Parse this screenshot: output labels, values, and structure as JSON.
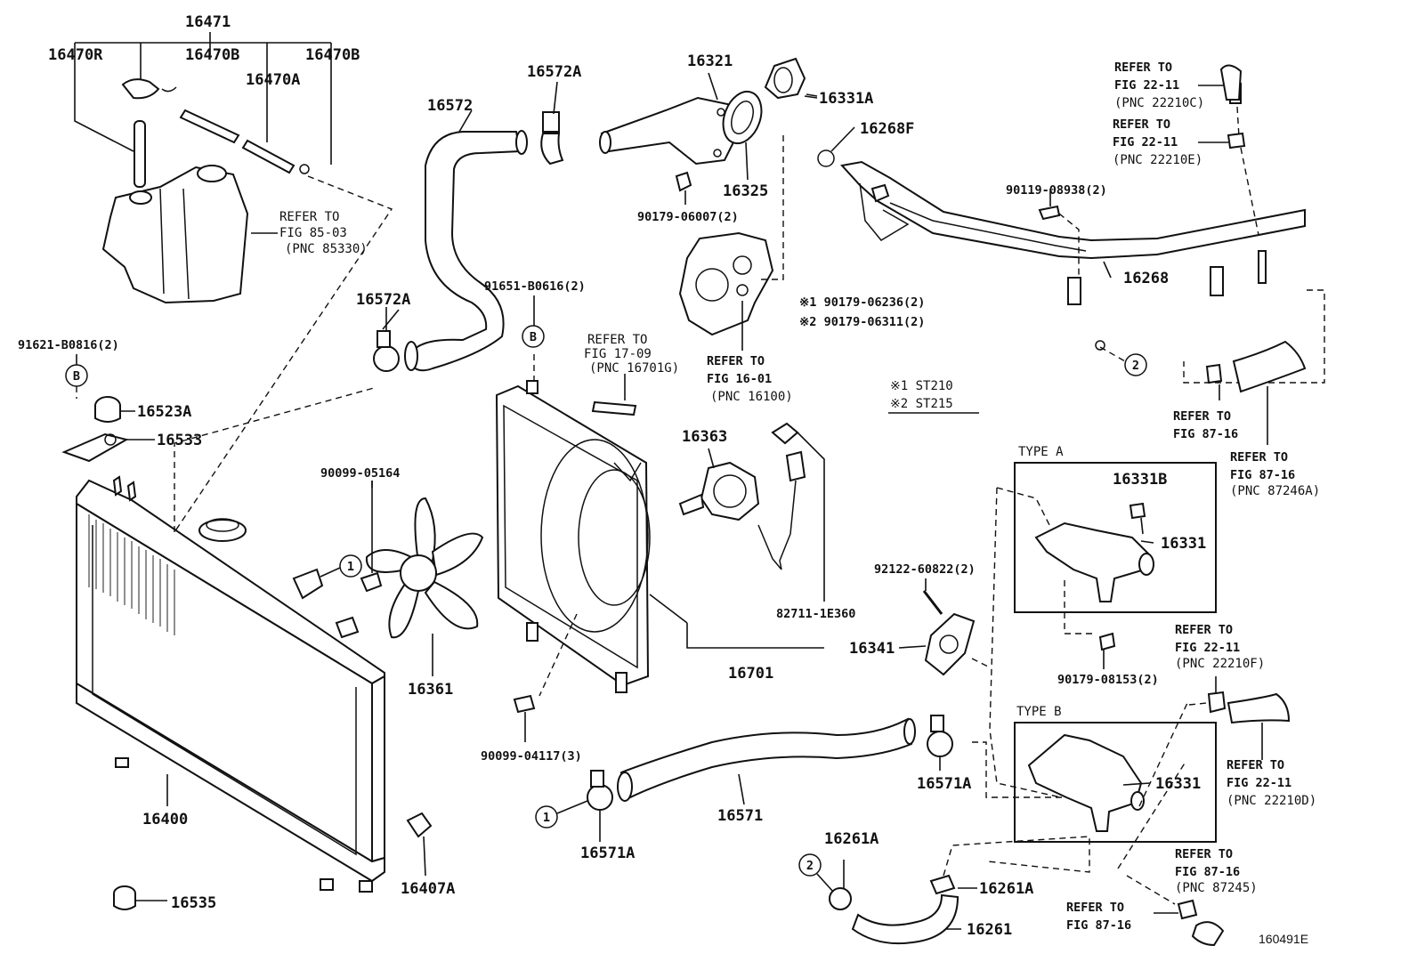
{
  "diagram_id": "160491E",
  "labels": {
    "p16471": "16471",
    "p16470R": "16470R",
    "p16470B_1": "16470B",
    "p16470B_2": "16470B",
    "p16470A": "16470A",
    "p16572": "16572",
    "p16572A_top": "16572A",
    "p16572A_mid": "16572A",
    "p16321": "16321",
    "p16331A": "16331A",
    "p16325": "16325",
    "p90179_06007": "90179-06007(2)",
    "p16268F": "16268F",
    "p90119_08938": "90119-08938(2)",
    "p16268": "16268",
    "p90179_06236": "※1 90179-06236(2)",
    "p90179_06311": "※2 90179-06311(2)",
    "p91651_B0616": "91651-B0616(2)",
    "p91621_B0816": "91621-B0816(2)",
    "p16523A": "16523A",
    "p16533": "16533",
    "p90099_05164": "90099-05164",
    "p16361": "16361",
    "p16363": "16363",
    "p82711_1E360": "82711-1E360",
    "p16701": "16701",
    "p90099_04117": "90099-04117(3)",
    "p16571": "16571",
    "p16571A_left": "16571A",
    "p16571A_right": "16571A",
    "p16400": "16400",
    "p16407A": "16407A",
    "p16535": "16535",
    "p92122_60822": "92122-60822(2)",
    "p16341": "16341",
    "p16331B": "16331B",
    "p16331_typeA": "16331",
    "p16331_typeB": "16331",
    "p90179_08153": "90179-08153(2)",
    "p16261A_top": "16261A",
    "p16261A_right": "16261A",
    "p16261": "16261"
  },
  "callouts": {
    "bubble_B": "B",
    "bubble_1": "1",
    "bubble_2": "2"
  },
  "type_boxes": {
    "type_a": "TYPE A",
    "type_b": "TYPE B"
  },
  "legend": {
    "line1": "※1 ST210",
    "line2": "※2 ST215"
  },
  "refer_notes": {
    "fig85_03": [
      "REFER TO",
      "FIG 85-03",
      "(PNC 85330)"
    ],
    "fig17_09": [
      "REFER TO",
      "FIG 17-09",
      "(PNC 16701G)"
    ],
    "fig16_01": [
      "REFER TO",
      "FIG 16-01",
      "(PNC 16100)"
    ],
    "fig22_11_c": [
      "REFER TO",
      "FIG 22-11",
      "(PNC 22210C)"
    ],
    "fig22_11_e": [
      "REFER TO",
      "FIG 22-11",
      "(PNC 22210E)"
    ],
    "fig87_16_a": [
      "REFER TO",
      "FIG 87-16"
    ],
    "fig87_16_b": [
      "REFER TO",
      "FIG 87-16",
      "(PNC 87246A)"
    ],
    "fig22_11_f": [
      "REFER TO",
      "FIG 22-11",
      "(PNC 22210F)"
    ],
    "fig22_11_d": [
      "REFER TO",
      "FIG 22-11",
      "(PNC 22210D)"
    ],
    "fig87_16_c": [
      "REFER TO",
      "FIG 87-16",
      "(PNC 87245)"
    ],
    "fig87_16_d": [
      "REFER TO",
      "FIG 87-16"
    ]
  }
}
